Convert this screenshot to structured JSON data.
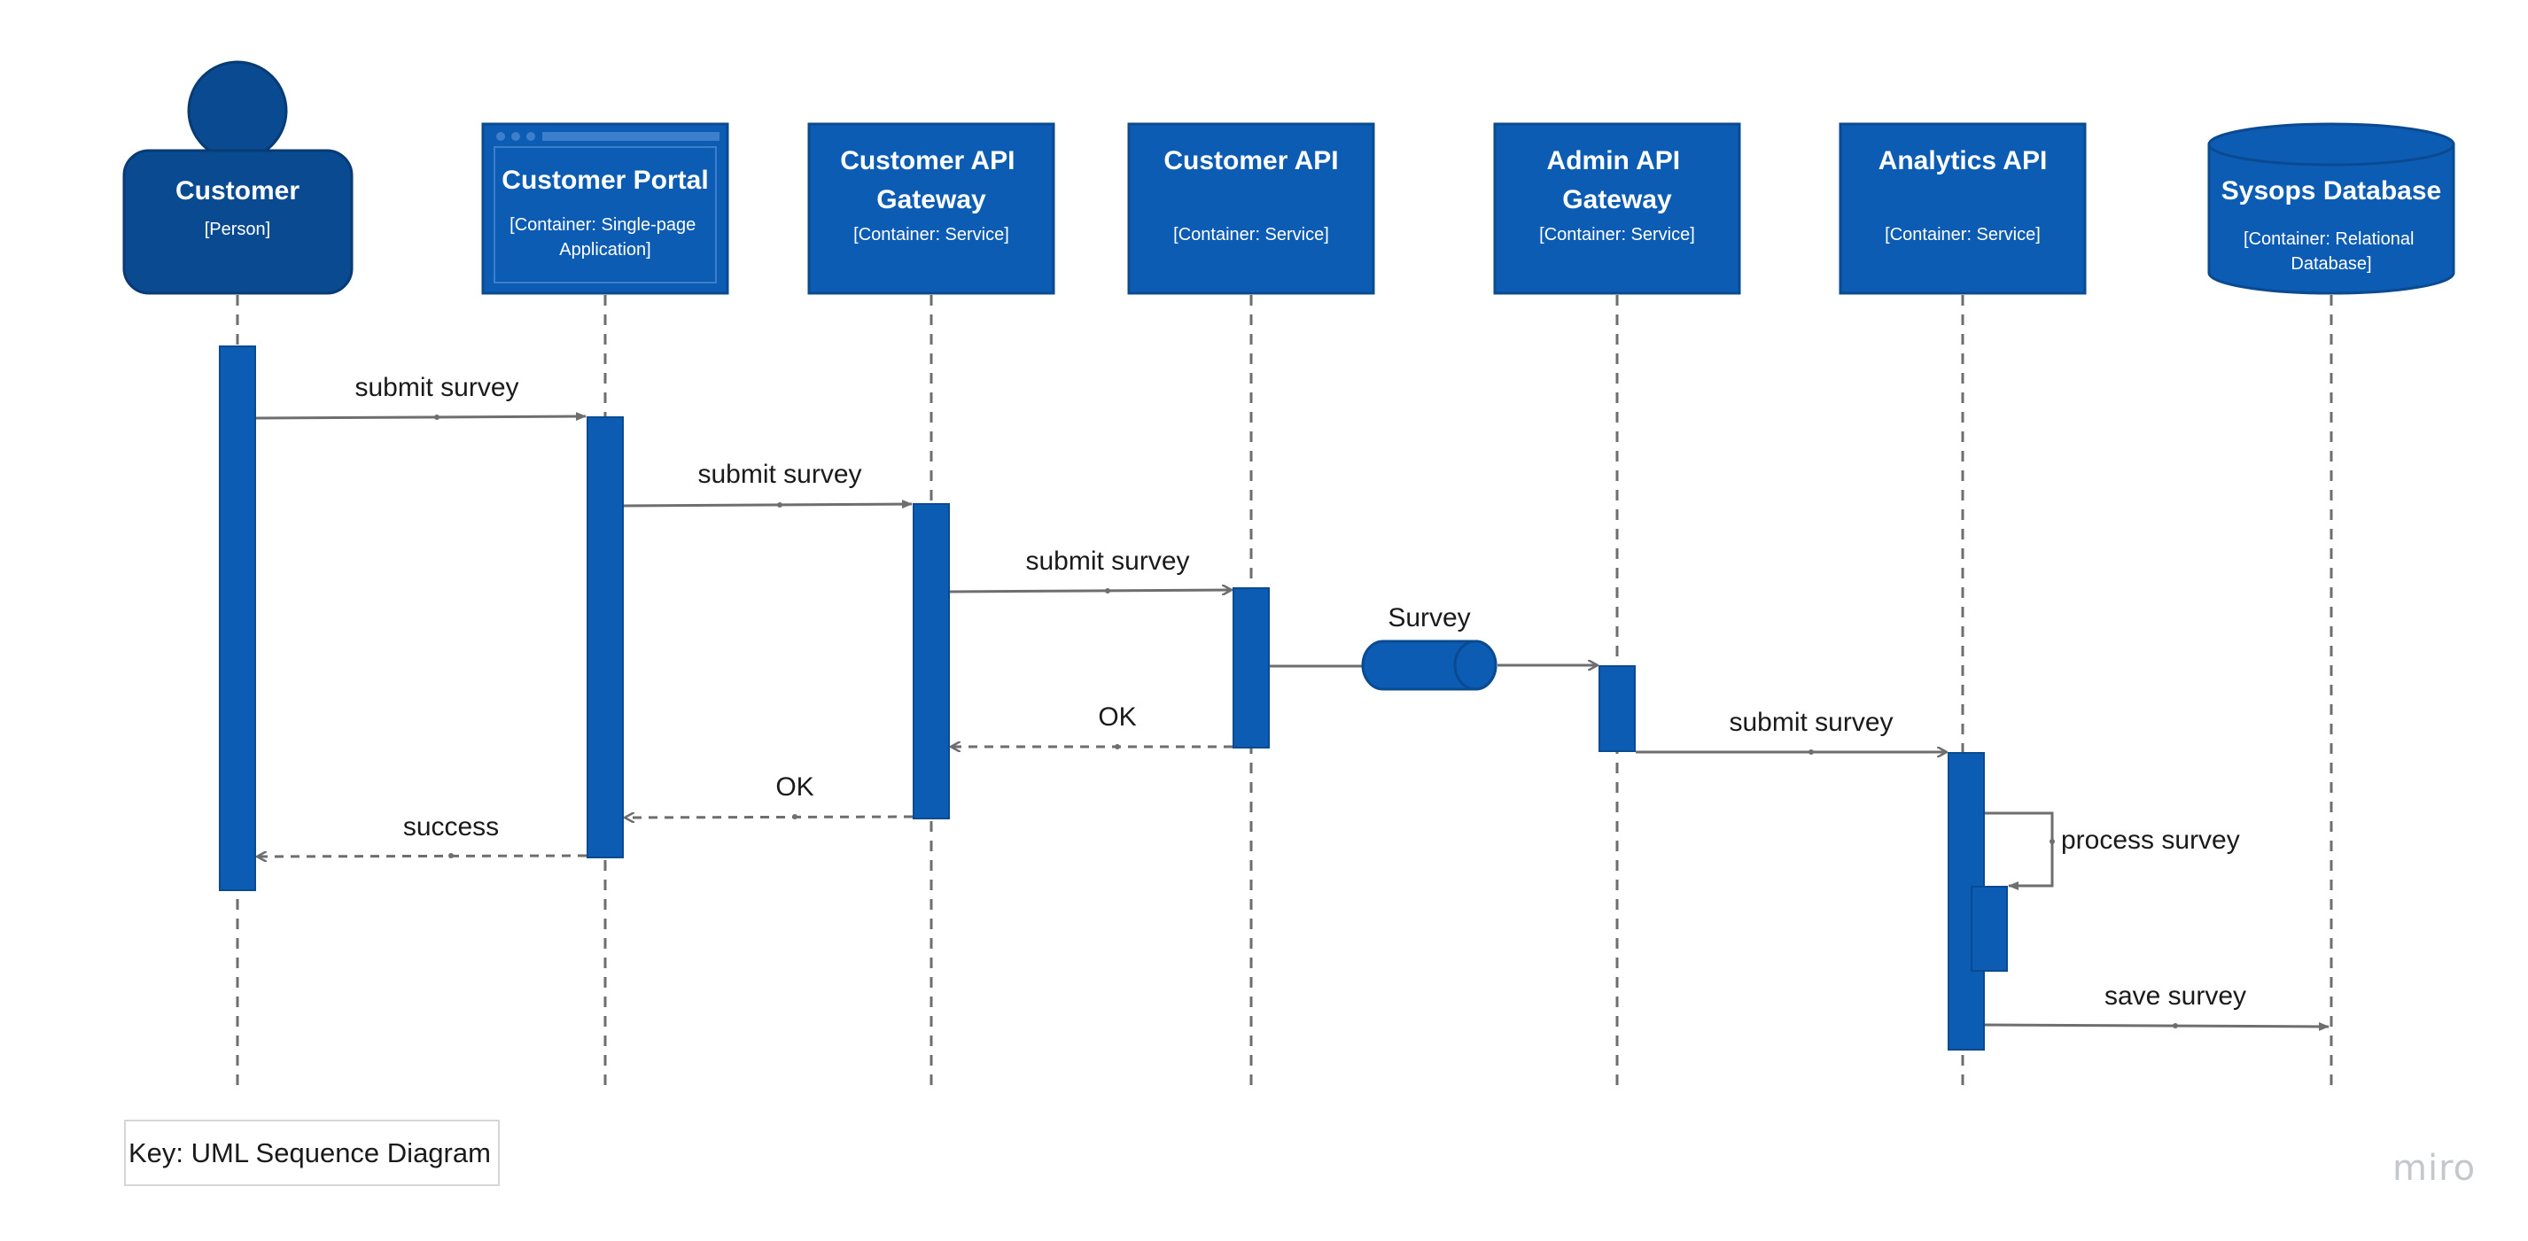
{
  "colors": {
    "box_fill": "#0d5cb4",
    "box_stroke": "#0a4a91",
    "person_fill": "#0a4a91",
    "person_stroke": "#083b73",
    "line": "#6e6e6e",
    "text": "#1a1a1a"
  },
  "participants": [
    {
      "id": "customer",
      "shape": "person",
      "title": "Customer",
      "subtitle": "[Person]"
    },
    {
      "id": "portal",
      "shape": "browser",
      "title": "Customer Portal",
      "subtitle": "[Container: Single-page Application]"
    },
    {
      "id": "cust_gw",
      "shape": "box",
      "title": "Customer API Gateway",
      "subtitle": "[Container: Service]"
    },
    {
      "id": "cust_api",
      "shape": "box",
      "title": "Customer API",
      "subtitle": "[Container: Service]"
    },
    {
      "id": "admin_gw",
      "shape": "box",
      "title": "Admin API Gateway",
      "subtitle": "[Container: Service]"
    },
    {
      "id": "analytics",
      "shape": "box",
      "title": "Analytics API",
      "subtitle": "[Container: Service]"
    },
    {
      "id": "sysops_db",
      "shape": "database",
      "title": "Sysops Database",
      "subtitle": "[Container: Relational Database]"
    }
  ],
  "messages": [
    {
      "from": "customer",
      "to": "portal",
      "label": "submit survey",
      "style": "sync"
    },
    {
      "from": "portal",
      "to": "cust_gw",
      "label": "submit survey",
      "style": "sync"
    },
    {
      "from": "cust_gw",
      "to": "cust_api",
      "label": "submit survey",
      "style": "async"
    },
    {
      "from": "cust_api",
      "to": "admin_gw",
      "label": "Survey",
      "style": "queue"
    },
    {
      "from": "cust_api",
      "to": "cust_gw",
      "label": "OK",
      "style": "return"
    },
    {
      "from": "admin_gw",
      "to": "analytics",
      "label": "submit survey",
      "style": "async"
    },
    {
      "from": "cust_gw",
      "to": "portal",
      "label": "OK",
      "style": "return"
    },
    {
      "from": "portal",
      "to": "customer",
      "label": "success",
      "style": "return"
    },
    {
      "from": "analytics",
      "to": "analytics",
      "label": "process survey",
      "style": "self"
    },
    {
      "from": "analytics",
      "to": "sysops_db",
      "label": "save survey",
      "style": "sync"
    }
  ],
  "key": {
    "label": "Key: UML Sequence Diagram"
  },
  "watermark": "miro"
}
